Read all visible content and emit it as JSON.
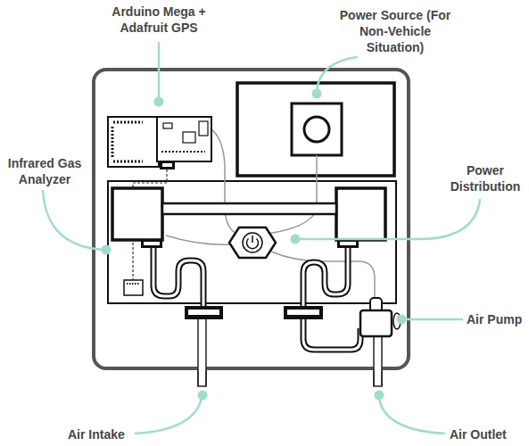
{
  "diagram": {
    "labels": [
      "Arduino Mega + Adafruit GPS",
      "Power Source (For Non-Vehicle Situation)",
      "Infrared Gas Analyzer",
      "Power Distribution",
      "Air Pump",
      "Air Intake",
      "Air Outlet"
    ]
  }
}
